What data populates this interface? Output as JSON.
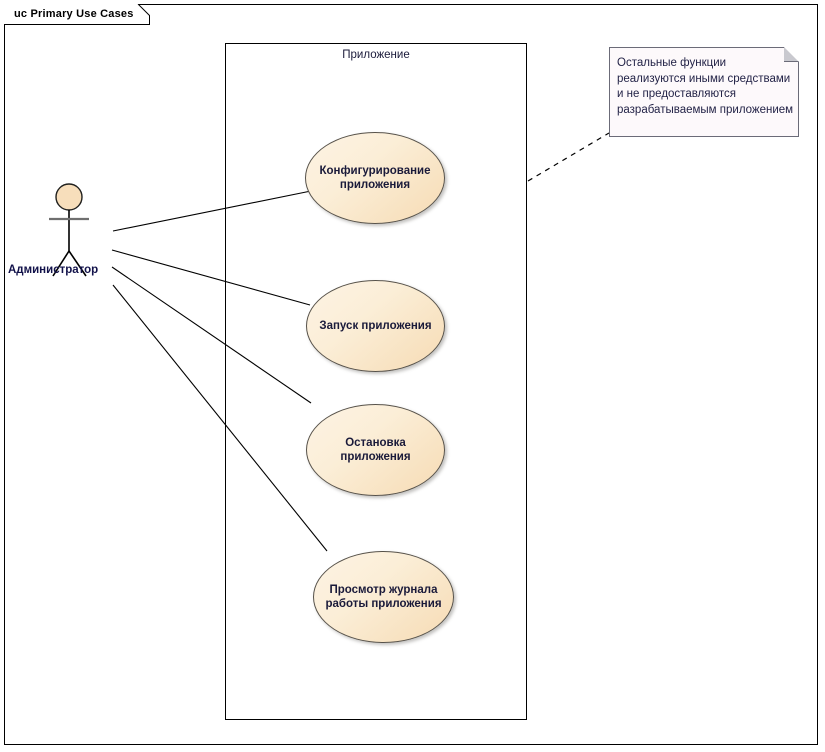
{
  "frame": {
    "label": "uc Primary Use Cases"
  },
  "boundary": {
    "label": "Приложение"
  },
  "actor": {
    "name": "Администратор",
    "icon": "stick-figure-actor-icon"
  },
  "use_cases": [
    {
      "id": "configure",
      "label": "Конфигурирование\nприложения"
    },
    {
      "id": "start",
      "label": "Запуск приложения"
    },
    {
      "id": "stop",
      "label": "Остановка\nприложения"
    },
    {
      "id": "view-log",
      "label": "Просмотр журнала\nработы приложения"
    }
  ],
  "note": {
    "text": "Остальные функции реализуются иными средствами и не предоставляются разрабатываемым приложением",
    "fold_icon": "note-fold-corner-icon"
  },
  "associations": [
    {
      "from": "actor",
      "to": "configure"
    },
    {
      "from": "actor",
      "to": "start"
    },
    {
      "from": "actor",
      "to": "stop"
    },
    {
      "from": "actor",
      "to": "view-log"
    }
  ],
  "colors": {
    "usecase_fill_light": "#fdf3e4",
    "usecase_fill_dark": "#f6dbb4",
    "usecase_stroke": "#57524a",
    "actor_fill": "#f7debb",
    "note_fill": "#fdf9fb",
    "note_stroke": "#6b6b78",
    "line": "#000000",
    "text": "#1a1a3a"
  }
}
